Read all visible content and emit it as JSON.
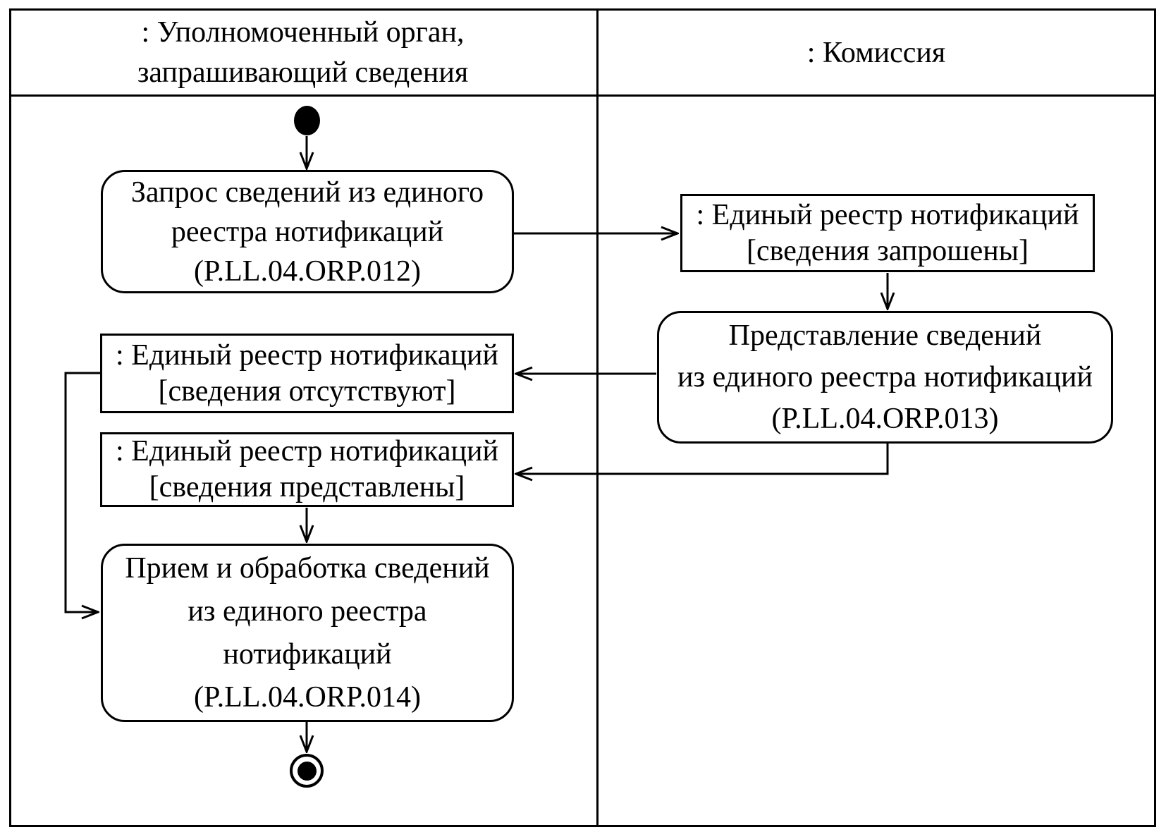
{
  "diagram": {
    "type": "uml-activity-swimlane",
    "colors": {
      "ink": "#000000",
      "paper": "#ffffff"
    },
    "lanes": {
      "authorized_body": {
        "title_lines": [
          ": Уполномоченный орган,",
          "запрашивающий сведения"
        ]
      },
      "commission": {
        "title_lines": [
          ": Комиссия"
        ]
      }
    },
    "nodes": {
      "activity_request": {
        "lines": [
          "Запрос сведений из единого",
          "реестра нотификаций",
          "(P.LL.04.ORP.012)"
        ]
      },
      "object_requested": {
        "lines": [
          ": Единый реестр нотификаций",
          "[сведения запрошены]"
        ]
      },
      "activity_present": {
        "lines": [
          "Представление сведений",
          "из единого реестра нотификаций",
          "(P.LL.04.ORP.013)"
        ]
      },
      "object_absent": {
        "lines": [
          ": Единый реестр нотификаций",
          "[сведения отсутствуют]"
        ]
      },
      "object_presented": {
        "lines": [
          ": Единый реестр нотификаций",
          "[сведения представлены]"
        ]
      },
      "activity_receive": {
        "lines": [
          "Прием и обработка сведений",
          "из единого реестра",
          "нотификаций",
          "(P.LL.04.ORP.014)"
        ]
      }
    }
  }
}
